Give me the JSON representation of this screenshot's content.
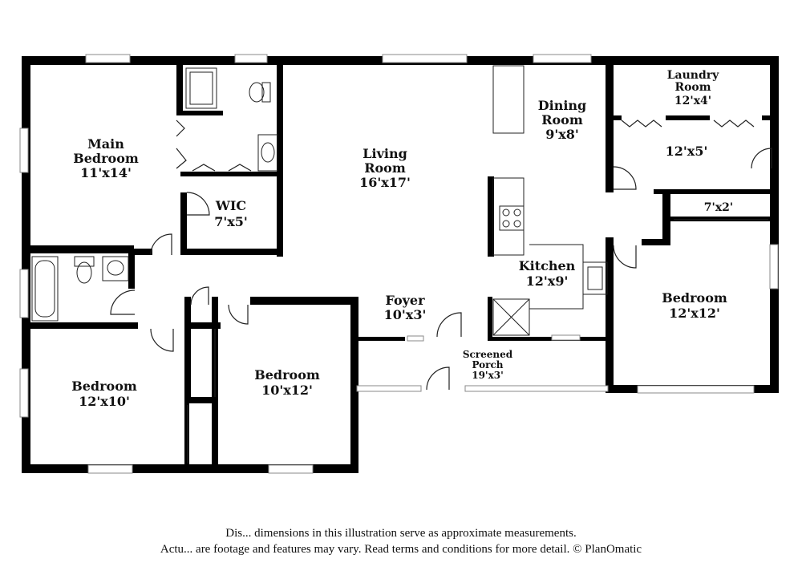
{
  "rooms": {
    "main_bedroom": {
      "name_line1": "Main",
      "name_line2": "Bedroom",
      "dim": "11'x14'"
    },
    "wic": {
      "name": "WIC",
      "dim": "7'x5'"
    },
    "living_room": {
      "name_line1": "Living",
      "name_line2": "Room",
      "dim": "16'x17'"
    },
    "dining_room": {
      "name_line1": "Dining",
      "name_line2": "Room",
      "dim": "9'x8'"
    },
    "laundry_room": {
      "name_line1": "Laundry",
      "name_line2": "Room",
      "dim": "12'x4'"
    },
    "closet_12x5": {
      "dim": "12'x5'"
    },
    "closet_7x2": {
      "dim": "7'x2'"
    },
    "kitchen": {
      "name": "Kitchen",
      "dim": "12'x9'"
    },
    "foyer": {
      "name": "Foyer",
      "dim": "10'x3'"
    },
    "screened_porch": {
      "name_line1": "Screened",
      "name_line2": "Porch",
      "dim": "19'x3'"
    },
    "bedroom_right": {
      "name": "Bedroom",
      "dim": "12'x12'"
    },
    "bedroom_left": {
      "name": "Bedroom",
      "dim": "12'x10'"
    },
    "bedroom_middle": {
      "name": "Bedroom",
      "dim": "10'x12'"
    }
  },
  "disclaimer": {
    "line1": "Dis... dimensions in this illustration serve as approximate measurements.",
    "line2": "Actu... are footage and features may vary. Read terms and conditions for more detail. © PlanOmatic"
  }
}
